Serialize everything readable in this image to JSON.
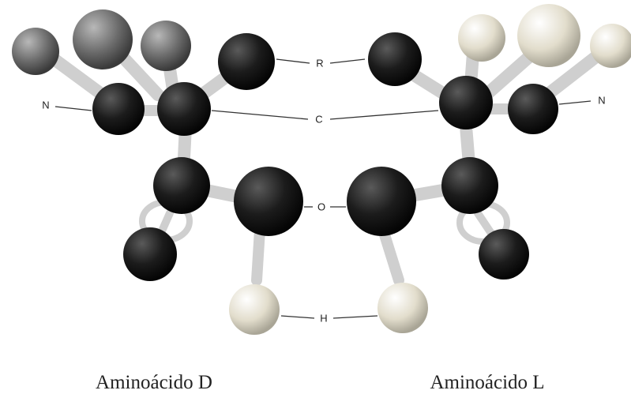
{
  "figure": {
    "labels": {
      "r": "R",
      "c": "C",
      "o": "O",
      "h": "H",
      "n_left": "N",
      "n_right": "N"
    },
    "captions": {
      "left": "Aminoácido D",
      "right": "Aminoácido L"
    }
  },
  "colors": {
    "dark_atom": "#151515",
    "gray_atom": "#6e6e6e",
    "light_atom": "#e6e2d4",
    "bond": "#c8c8c8"
  }
}
